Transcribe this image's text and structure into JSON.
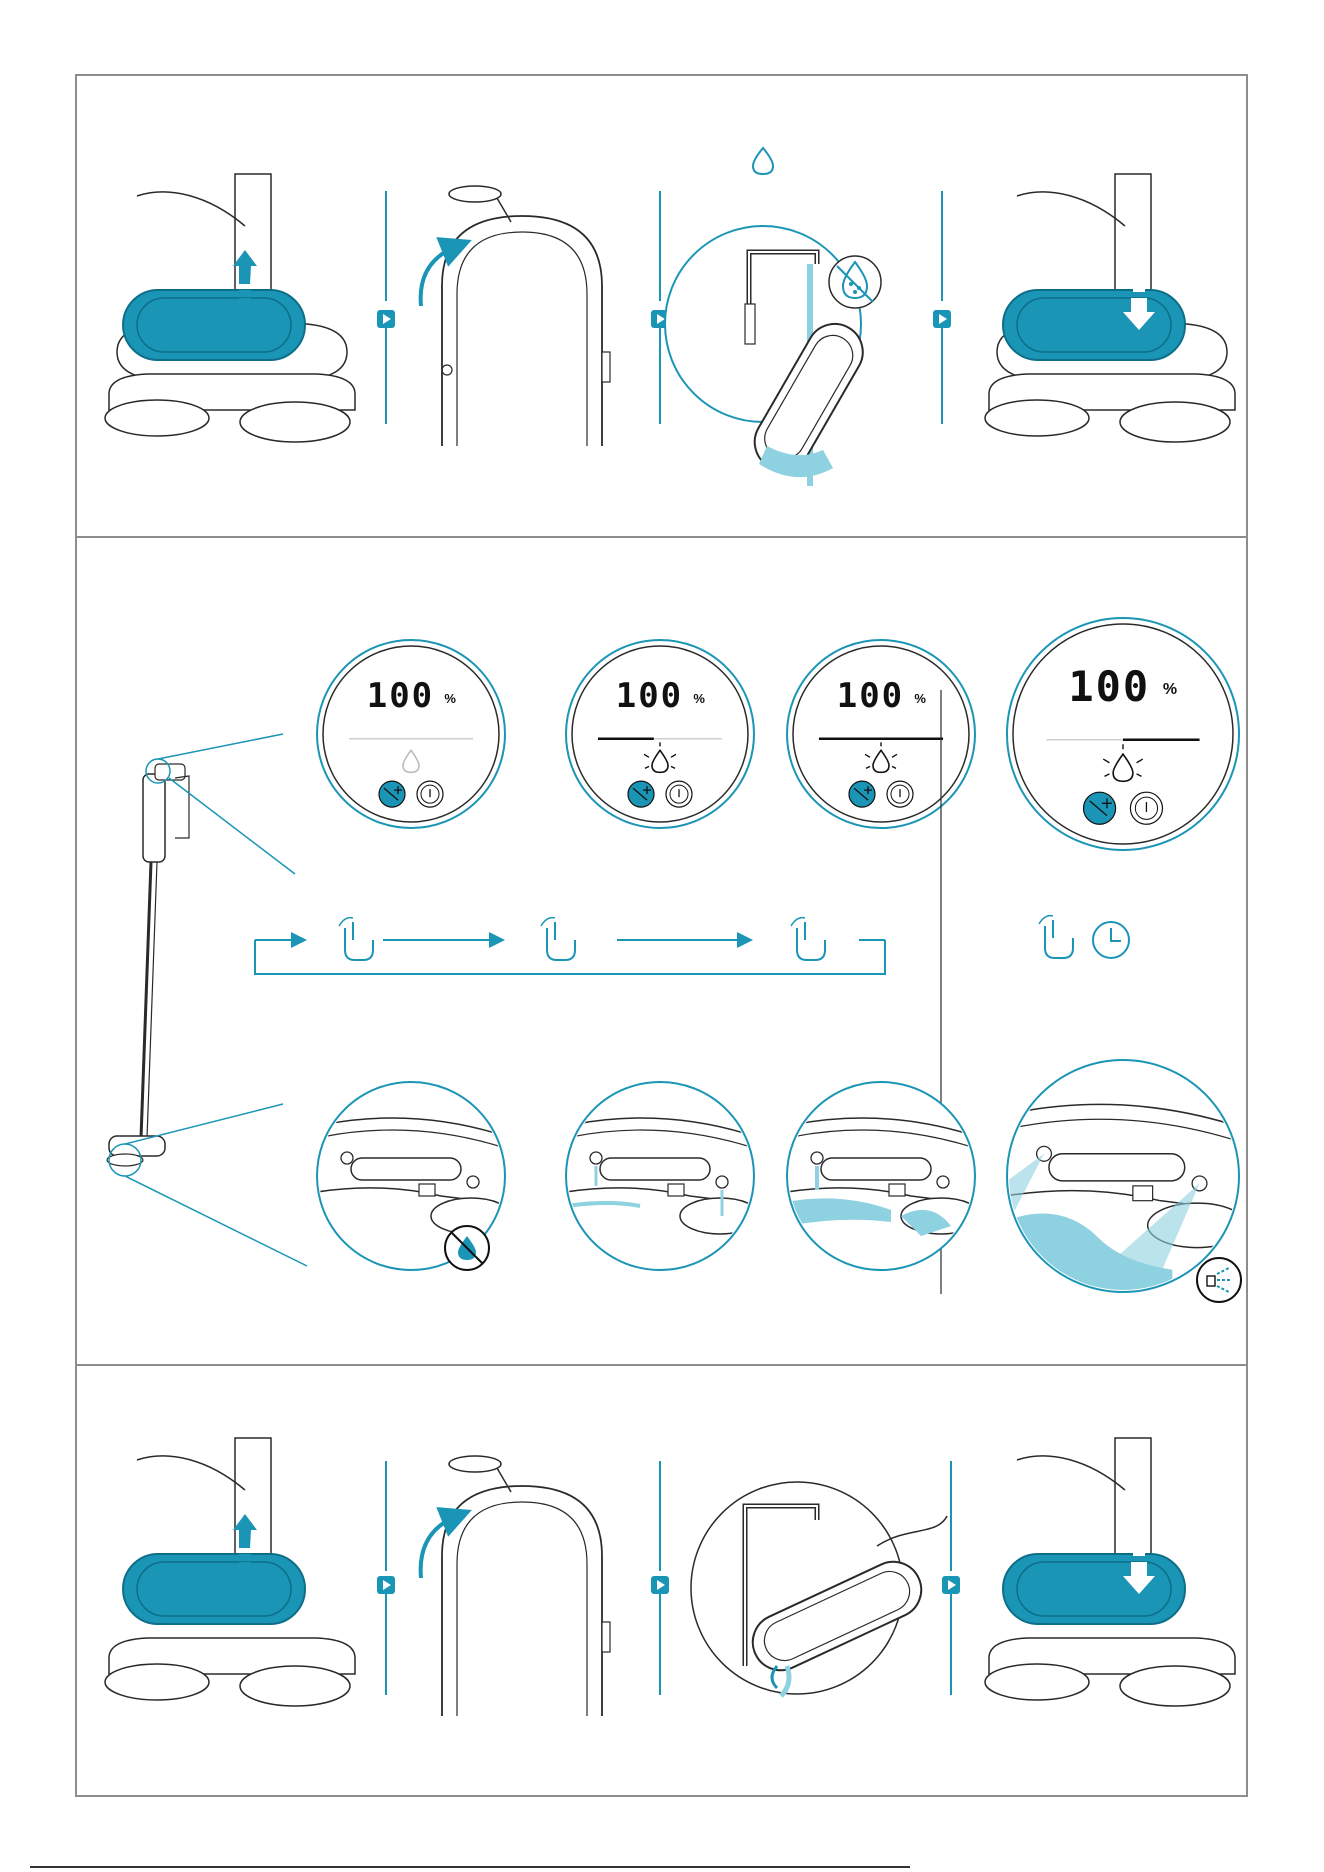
{
  "colors": {
    "accent": "#1b95b6",
    "accent_light": "#8ed1e0",
    "line": "#2a2a2a",
    "frame": "#8d8d8d"
  },
  "panel_fill": {
    "steps": [
      {
        "icon": "lift-tank-icon"
      },
      {
        "icon": "open-cap-icon"
      },
      {
        "icon": "fill-water-icon"
      },
      {
        "icon": "insert-tank-icon"
      }
    ],
    "arrow_icon": "step-arrow-icon",
    "water_icon": "water-drop-icon",
    "no_detergent_icon": "no-chemicals-icon"
  },
  "panel_modes": {
    "displays": [
      {
        "value": "100",
        "unit": "%",
        "level": 0
      },
      {
        "value": "100",
        "unit": "%",
        "level": 0.45
      },
      {
        "value": "100",
        "unit": "%",
        "level": 1
      },
      {
        "value": "100",
        "unit": "%",
        "level": 1
      }
    ],
    "buttons": [
      "water-mode-button",
      "power-button"
    ],
    "cycle_icon": "tap-icon",
    "hold_icon": "clock-icon",
    "floor_states": [
      "no-water-icon",
      "low-water",
      "high-water",
      "spray-icon"
    ]
  },
  "panel_empty": {
    "steps": [
      {
        "icon": "lift-tank-icon"
      },
      {
        "icon": "open-cap-icon"
      },
      {
        "icon": "empty-water-icon"
      },
      {
        "icon": "insert-tank-icon"
      }
    ]
  }
}
